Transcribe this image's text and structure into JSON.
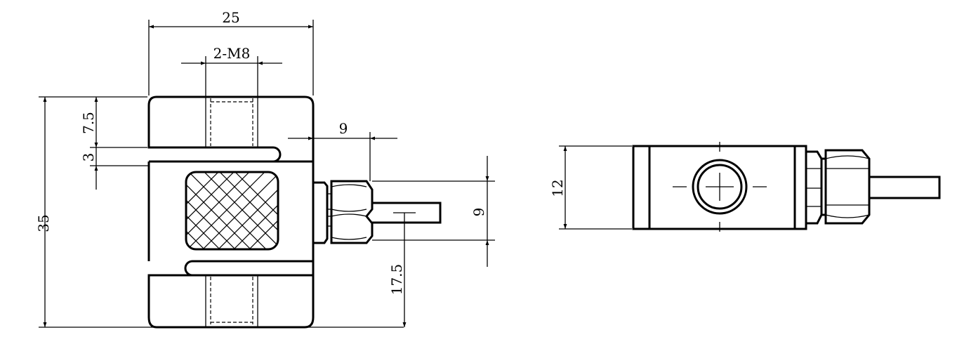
{
  "dimensions": {
    "width_25": "25",
    "thread_2m8": "2-M8",
    "height_35": "35",
    "slot_7_5": "7.5",
    "slot_3": "3",
    "cable_offset_9": "9",
    "cable_dia_9": "9",
    "center_17_5": "17.5",
    "thickness_12": "12"
  }
}
